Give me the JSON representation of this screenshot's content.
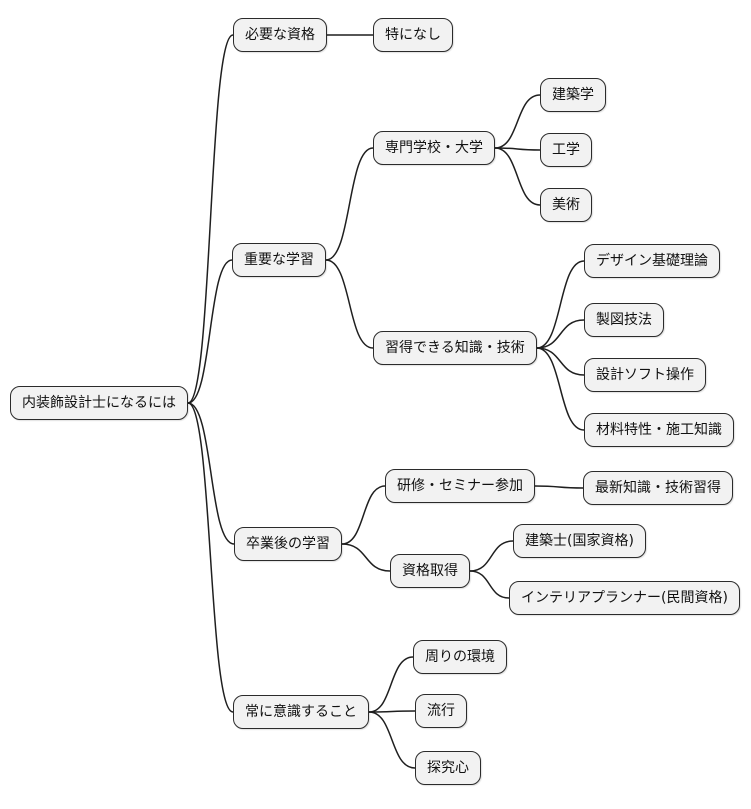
{
  "diagram": {
    "type": "mindmap",
    "title": "内装飾設計士になるには",
    "nodes": {
      "root": "内装飾設計士になるには",
      "b1": "必要な資格",
      "b1c1": "特になし",
      "b2": "重要な学習",
      "b2c1": "専門学校・大学",
      "b2c1a": "建築学",
      "b2c1b": "工学",
      "b2c1c": "美術",
      "b2c2": "習得できる知識・技術",
      "b2c2a": "デザイン基礎理論",
      "b2c2b": "製図技法",
      "b2c2c": "設計ソフト操作",
      "b2c2d": "材料特性・施工知識",
      "b3": "卒業後の学習",
      "b3c1": "研修・セミナー参加",
      "b3c1a": "最新知識・技術習得",
      "b3c2": "資格取得",
      "b3c2a": "建築士(国家資格)",
      "b3c2b": "インテリアプランナー(民間資格)",
      "b4": "常に意識すること",
      "b4c1": "周りの環境",
      "b4c2": "流行",
      "b4c3": "探究心"
    },
    "edges": [
      [
        "root",
        "b1"
      ],
      [
        "root",
        "b2"
      ],
      [
        "root",
        "b3"
      ],
      [
        "root",
        "b4"
      ],
      [
        "b1",
        "b1c1"
      ],
      [
        "b2",
        "b2c1"
      ],
      [
        "b2",
        "b2c2"
      ],
      [
        "b2c1",
        "b2c1a"
      ],
      [
        "b2c1",
        "b2c1b"
      ],
      [
        "b2c1",
        "b2c1c"
      ],
      [
        "b2c2",
        "b2c2a"
      ],
      [
        "b2c2",
        "b2c2b"
      ],
      [
        "b2c2",
        "b2c2c"
      ],
      [
        "b2c2",
        "b2c2d"
      ],
      [
        "b3",
        "b3c1"
      ],
      [
        "b3",
        "b3c2"
      ],
      [
        "b3c1",
        "b3c1a"
      ],
      [
        "b3c2",
        "b3c2a"
      ],
      [
        "b3c2",
        "b3c2b"
      ],
      [
        "b4",
        "b4c1"
      ],
      [
        "b4",
        "b4c2"
      ],
      [
        "b4",
        "b4c3"
      ]
    ],
    "colors": {
      "node_fill": "#f2f2f2",
      "node_border": "#2b2b2b",
      "edge": "#1f1f1f",
      "text": "#111111",
      "background": "#ffffff"
    }
  }
}
